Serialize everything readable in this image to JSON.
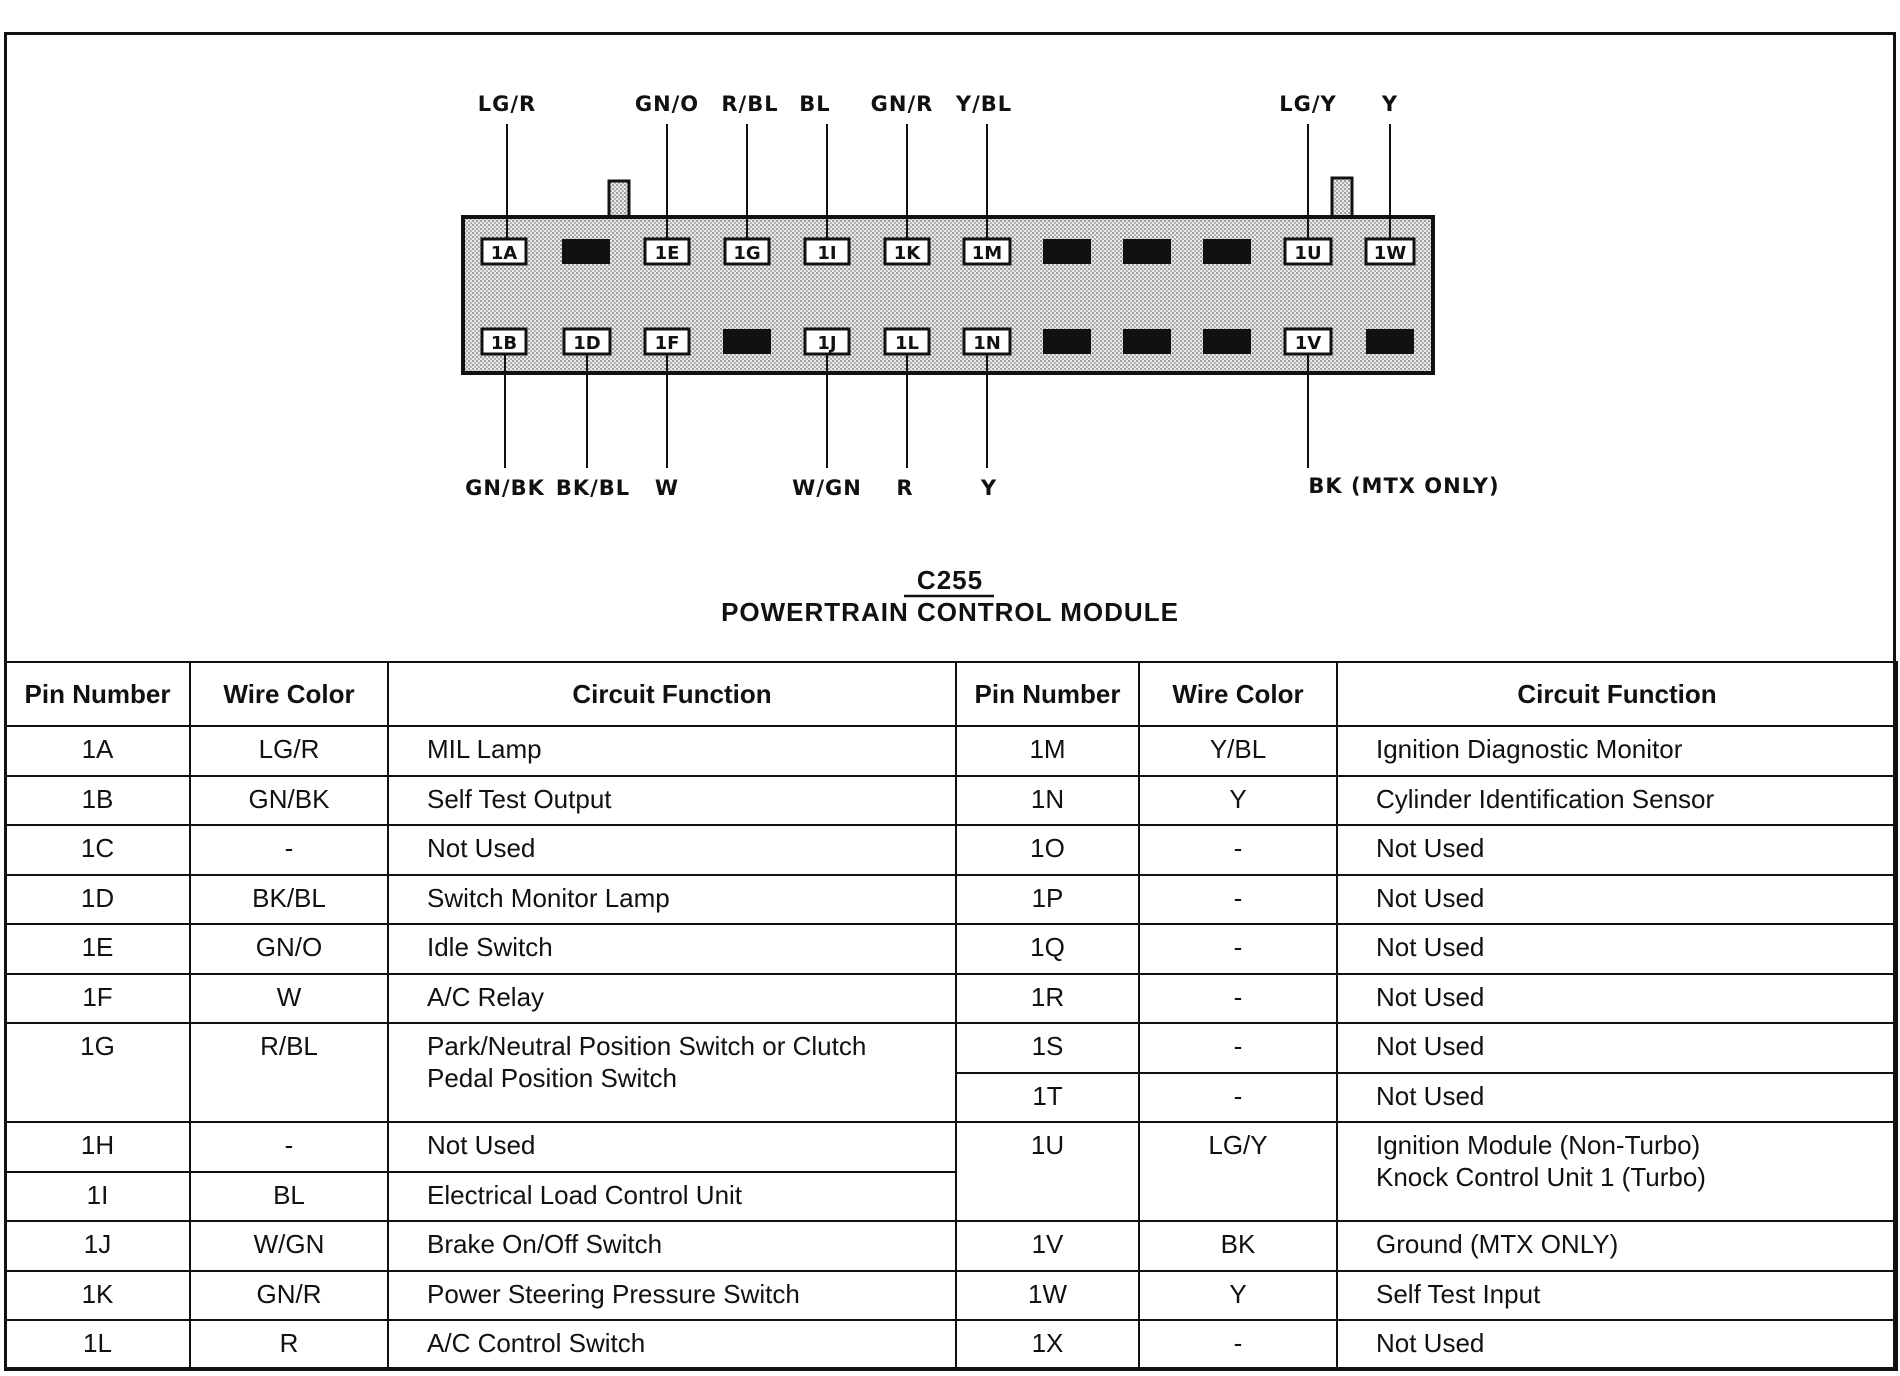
{
  "diagram": {
    "connector_id": "C255",
    "module_name": "POWERTRAIN CONTROL MODULE",
    "top_row_pins": [
      "1A",
      "",
      "1E",
      "1G",
      "1I",
      "1K",
      "1M",
      "",
      "",
      "",
      "1U",
      "1W"
    ],
    "bottom_row_pins": [
      "1B",
      "1D",
      "1F",
      "",
      "1J",
      "1L",
      "1N",
      "",
      "",
      "",
      "1V",
      ""
    ],
    "top_wires": [
      {
        "pin": "1A",
        "color": "LG/R"
      },
      {
        "pin": "1E",
        "color": "GN/O"
      },
      {
        "pin": "1G",
        "color": "R/BL"
      },
      {
        "pin": "1I",
        "color": "BL"
      },
      {
        "pin": "1K",
        "color": "GN/R"
      },
      {
        "pin": "1M",
        "color": "Y/BL"
      },
      {
        "pin": "1U",
        "color": "LG/Y"
      },
      {
        "pin": "1W",
        "color": "Y"
      }
    ],
    "bottom_wires": [
      {
        "pin": "1B",
        "color": "GN/BK"
      },
      {
        "pin": "1D",
        "color": "BK/BL"
      },
      {
        "pin": "1F",
        "color": "W"
      },
      {
        "pin": "1J",
        "color": "W/GN"
      },
      {
        "pin": "1L",
        "color": "R"
      },
      {
        "pin": "1N",
        "color": "Y"
      },
      {
        "pin": "1V",
        "color": "BK (MTX ONLY)"
      }
    ]
  },
  "table": {
    "headers": [
      "Pin Number",
      "Wire Color",
      "Circuit Function",
      "Pin Number",
      "Wire Color",
      "Circuit Function"
    ],
    "left": [
      {
        "pin": "1A",
        "wire": "LG/R",
        "func": "MIL Lamp"
      },
      {
        "pin": "1B",
        "wire": "GN/BK",
        "func": "Self Test Output"
      },
      {
        "pin": "1C",
        "wire": "-",
        "func": "Not Used"
      },
      {
        "pin": "1D",
        "wire": "BK/BL",
        "func": "Switch Monitor Lamp"
      },
      {
        "pin": "1E",
        "wire": "GN/O",
        "func": "Idle Switch"
      },
      {
        "pin": "1F",
        "wire": "W",
        "func": "A/C Relay"
      },
      {
        "pin": "1G",
        "wire": "R/BL",
        "func": "Park/Neutral Position Switch or Clutch",
        "func2": "Pedal Position Switch"
      },
      {
        "pin": "1H",
        "wire": "-",
        "func": "Not Used"
      },
      {
        "pin": "1I",
        "wire": "BL",
        "func": "Electrical Load Control Unit"
      },
      {
        "pin": "1J",
        "wire": "W/GN",
        "func": "Brake On/Off Switch"
      },
      {
        "pin": "1K",
        "wire": "GN/R",
        "func": "Power Steering Pressure Switch"
      },
      {
        "pin": "1L",
        "wire": "R",
        "func": "A/C Control Switch"
      }
    ],
    "right": [
      {
        "pin": "1M",
        "wire": "Y/BL",
        "func": "Ignition Diagnostic Monitor"
      },
      {
        "pin": "1N",
        "wire": "Y",
        "func": "Cylinder Identification Sensor"
      },
      {
        "pin": "1O",
        "wire": "-",
        "func": "Not Used"
      },
      {
        "pin": "1P",
        "wire": "-",
        "func": "Not Used"
      },
      {
        "pin": "1Q",
        "wire": "-",
        "func": "Not Used"
      },
      {
        "pin": "1R",
        "wire": "-",
        "func": "Not Used"
      },
      {
        "pin": "1S",
        "wire": "-",
        "func": "Not Used"
      },
      {
        "pin": "1T",
        "wire": "-",
        "func": "Not Used"
      },
      {
        "pin": "1U",
        "wire": "LG/Y",
        "func": "Ignition Module (Non-Turbo)",
        "func2": "Knock Control Unit 1 (Turbo)"
      },
      {
        "pin": "1V",
        "wire": "BK",
        "func": "Ground (MTX ONLY)"
      },
      {
        "pin": "1W",
        "wire": "Y",
        "func": "Self Test Input"
      },
      {
        "pin": "1X",
        "wire": "-",
        "func": "Not Used"
      }
    ]
  }
}
